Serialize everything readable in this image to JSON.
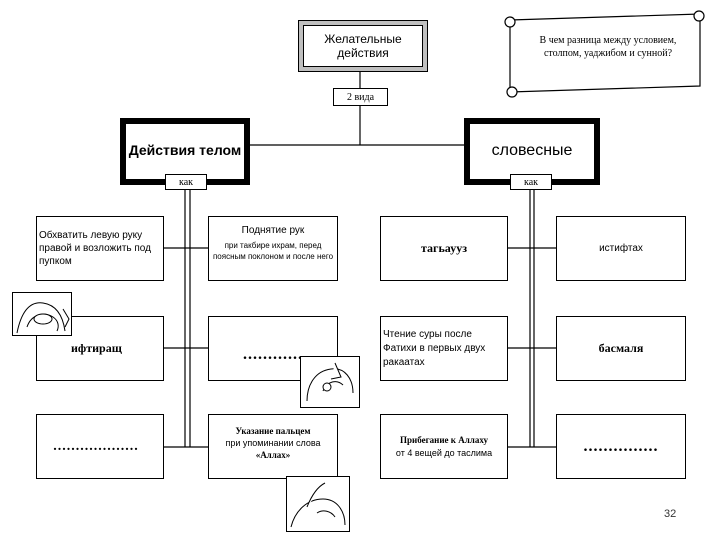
{
  "root": {
    "title_line1": "Желательные",
    "title_line2": "действия"
  },
  "scroll_note": {
    "line1": "В чем разница между условием,",
    "line2": "столпом, уаджибом и сунной?"
  },
  "types_label": "2 вида",
  "left": {
    "header": "Действия телом",
    "tag": "как",
    "items": [
      {
        "text": "Обхватить левую руку правой и возложить под пупком"
      },
      {
        "text": "ифтиращ"
      },
      {
        "text": "..................."
      }
    ],
    "sub": [
      {
        "title": "Поднятие рук",
        "text": "при такбире ихрам, перед поясным поклоном и после него"
      },
      {
        "text": "............"
      },
      {
        "title": "Указание пальцем",
        "text_pre": "при упоминании слова",
        "text_bold": "«Аллах»"
      }
    ]
  },
  "right": {
    "header": "словесные",
    "tag": "как",
    "items": [
      {
        "text": "тагьаууз"
      },
      {
        "text": "Чтение суры после Фатихи в первых двух ракаатах"
      },
      {
        "title": "Прибегание к Аллаху",
        "text": "от 4 вещей до таслима"
      }
    ],
    "sub": [
      {
        "text": "истифтах"
      },
      {
        "text": "басмаля"
      },
      {
        "text": "..............."
      }
    ]
  },
  "page_number": "32"
}
